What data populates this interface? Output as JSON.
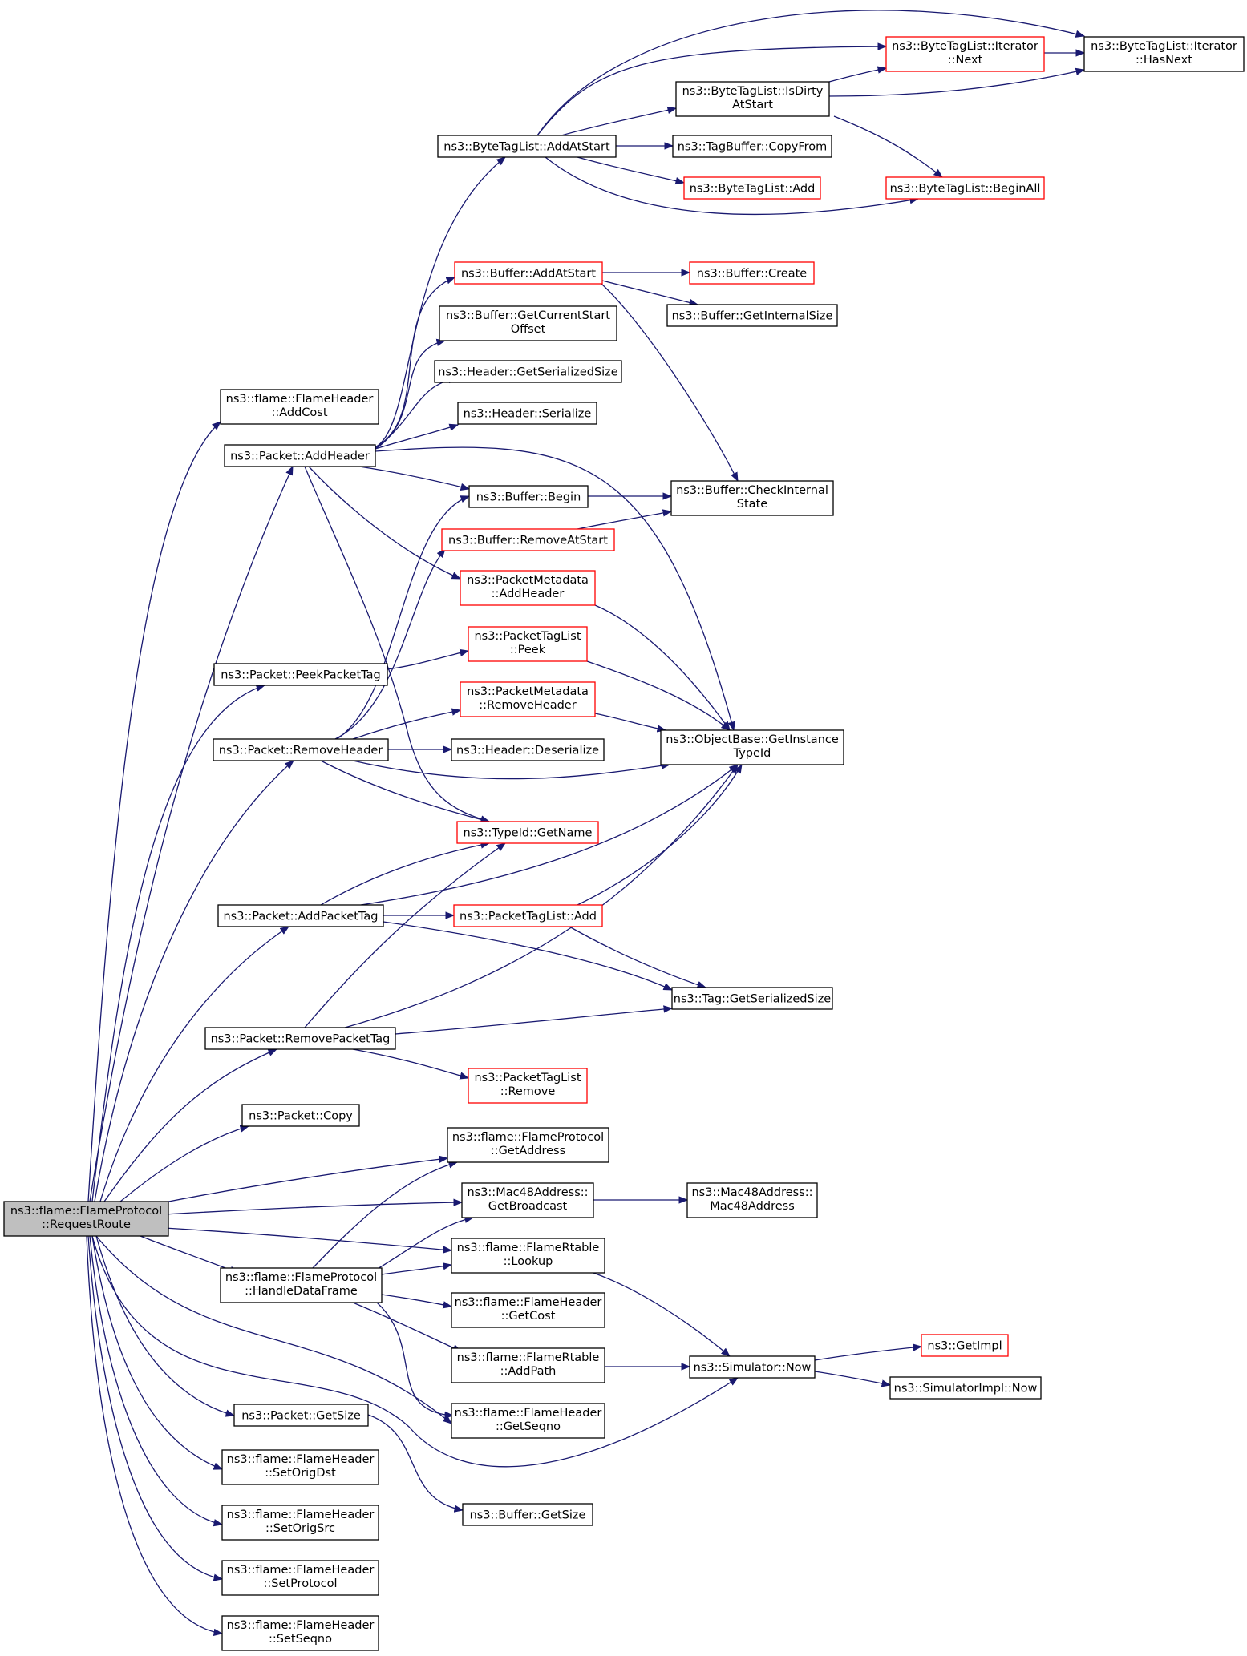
{
  "colors": {
    "edge": "#191970",
    "node_border": "#000000",
    "truncated_border": "#ff0000",
    "root_fill": "#bfbfbf"
  },
  "nodes": [
    {
      "id": "n_root",
      "lines": [
        "ns3::flame::FlameProtocol",
        "::RequestRoute"
      ],
      "style": "root"
    },
    {
      "id": "n_addcost",
      "lines": [
        "ns3::flame::FlameHeader",
        "::AddCost"
      ],
      "style": "normal"
    },
    {
      "id": "n_addheader",
      "lines": [
        "ns3::Packet::AddHeader"
      ],
      "style": "normal"
    },
    {
      "id": "n_peektag",
      "lines": [
        "ns3::Packet::PeekPacketTag"
      ],
      "style": "normal"
    },
    {
      "id": "n_removeheader",
      "lines": [
        "ns3::Packet::RemoveHeader"
      ],
      "style": "normal"
    },
    {
      "id": "n_addpackettag",
      "lines": [
        "ns3::Packet::AddPacketTag"
      ],
      "style": "normal"
    },
    {
      "id": "n_removepackettag",
      "lines": [
        "ns3::Packet::RemovePacketTag"
      ],
      "style": "normal"
    },
    {
      "id": "n_copy",
      "lines": [
        "ns3::Packet::Copy"
      ],
      "style": "normal"
    },
    {
      "id": "n_handledata",
      "lines": [
        "ns3::flame::FlameProtocol",
        "::HandleDataFrame"
      ],
      "style": "normal"
    },
    {
      "id": "n_getsize",
      "lines": [
        "ns3::Packet::GetSize"
      ],
      "style": "normal"
    },
    {
      "id": "n_setorigdst",
      "lines": [
        "ns3::flame::FlameHeader",
        "::SetOrigDst"
      ],
      "style": "normal"
    },
    {
      "id": "n_setorigsrc",
      "lines": [
        "ns3::flame::FlameHeader",
        "::SetOrigSrc"
      ],
      "style": "normal"
    },
    {
      "id": "n_setprotocol",
      "lines": [
        "ns3::flame::FlameHeader",
        "::SetProtocol"
      ],
      "style": "normal"
    },
    {
      "id": "n_setseqno",
      "lines": [
        "ns3::flame::FlameHeader",
        "::SetSeqno"
      ],
      "style": "normal"
    },
    {
      "id": "n_btl_addatstart",
      "lines": [
        "ns3::ByteTagList::AddAtStart"
      ],
      "style": "normal"
    },
    {
      "id": "n_buf_addatstart",
      "lines": [
        "ns3::Buffer::AddAtStart"
      ],
      "style": "trunc"
    },
    {
      "id": "n_buf_getcurrent",
      "lines": [
        "ns3::Buffer::GetCurrentStart",
        "Offset"
      ],
      "style": "normal"
    },
    {
      "id": "n_hdr_getser",
      "lines": [
        "ns3::Header::GetSerializedSize"
      ],
      "style": "normal"
    },
    {
      "id": "n_hdr_serialize",
      "lines": [
        "ns3::Header::Serialize"
      ],
      "style": "normal"
    },
    {
      "id": "n_buf_begin",
      "lines": [
        "ns3::Buffer::Begin"
      ],
      "style": "normal"
    },
    {
      "id": "n_buf_removeatstart",
      "lines": [
        "ns3::Buffer::RemoveAtStart"
      ],
      "style": "trunc"
    },
    {
      "id": "n_pm_addheader",
      "lines": [
        "ns3::PacketMetadata",
        "::AddHeader"
      ],
      "style": "trunc"
    },
    {
      "id": "n_ptl_peek",
      "lines": [
        "ns3::PacketTagList",
        "::Peek"
      ],
      "style": "trunc"
    },
    {
      "id": "n_pm_removeheader",
      "lines": [
        "ns3::PacketMetadata",
        "::RemoveHeader"
      ],
      "style": "trunc"
    },
    {
      "id": "n_hdr_deserialize",
      "lines": [
        "ns3::Header::Deserialize"
      ],
      "style": "normal"
    },
    {
      "id": "n_typeid_getname",
      "lines": [
        "ns3::TypeId::GetName"
      ],
      "style": "trunc"
    },
    {
      "id": "n_ptl_add",
      "lines": [
        "ns3::PacketTagList::Add"
      ],
      "style": "trunc"
    },
    {
      "id": "n_ptl_remove",
      "lines": [
        "ns3::PacketTagList",
        "::Remove"
      ],
      "style": "trunc"
    },
    {
      "id": "n_fp_getaddress",
      "lines": [
        "ns3::flame::FlameProtocol",
        "::GetAddress"
      ],
      "style": "normal"
    },
    {
      "id": "n_mac_getbroadcast",
      "lines": [
        "ns3::Mac48Address::",
        "GetBroadcast"
      ],
      "style": "normal"
    },
    {
      "id": "n_frt_lookup",
      "lines": [
        "ns3::flame::FlameRtable",
        "::Lookup"
      ],
      "style": "normal"
    },
    {
      "id": "n_fh_getcost",
      "lines": [
        "ns3::flame::FlameHeader",
        "::GetCost"
      ],
      "style": "normal"
    },
    {
      "id": "n_frt_addpath",
      "lines": [
        "ns3::flame::FlameRtable",
        "::AddPath"
      ],
      "style": "normal"
    },
    {
      "id": "n_fh_getseqno",
      "lines": [
        "ns3::flame::FlameHeader",
        "::GetSeqno"
      ],
      "style": "normal"
    },
    {
      "id": "n_buf_getsize",
      "lines": [
        "ns3::Buffer::GetSize"
      ],
      "style": "normal"
    },
    {
      "id": "n_btl_isdirty",
      "lines": [
        "ns3::ByteTagList::IsDirty",
        "AtStart"
      ],
      "style": "normal"
    },
    {
      "id": "n_tagbuf_copyfrom",
      "lines": [
        "ns3::TagBuffer::CopyFrom"
      ],
      "style": "normal"
    },
    {
      "id": "n_btl_add",
      "lines": [
        "ns3::ByteTagList::Add"
      ],
      "style": "trunc"
    },
    {
      "id": "n_buf_create",
      "lines": [
        "ns3::Buffer::Create"
      ],
      "style": "trunc"
    },
    {
      "id": "n_buf_getinternal",
      "lines": [
        "ns3::Buffer::GetInternalSize"
      ],
      "style": "normal"
    },
    {
      "id": "n_buf_checkinternal",
      "lines": [
        "ns3::Buffer::CheckInternal",
        "State"
      ],
      "style": "normal"
    },
    {
      "id": "n_ob_getinstance",
      "lines": [
        "ns3::ObjectBase::GetInstance",
        "TypeId"
      ],
      "style": "normal"
    },
    {
      "id": "n_tag_getser",
      "lines": [
        "ns3::Tag::GetSerializedSize"
      ],
      "style": "normal"
    },
    {
      "id": "n_mac_ctor",
      "lines": [
        "ns3::Mac48Address::",
        "Mac48Address"
      ],
      "style": "normal"
    },
    {
      "id": "n_sim_now",
      "lines": [
        "ns3::Simulator::Now"
      ],
      "style": "normal"
    },
    {
      "id": "n_btl_iter_next",
      "lines": [
        "ns3::ByteTagList::Iterator",
        "::Next"
      ],
      "style": "trunc"
    },
    {
      "id": "n_btl_beginall",
      "lines": [
        "ns3::ByteTagList::BeginAll"
      ],
      "style": "trunc"
    },
    {
      "id": "n_getimpl",
      "lines": [
        "ns3::GetImpl"
      ],
      "style": "trunc"
    },
    {
      "id": "n_simimpl_now",
      "lines": [
        "ns3::SimulatorImpl::Now"
      ],
      "style": "normal"
    },
    {
      "id": "n_btl_iter_hasnext",
      "lines": [
        "ns3::ByteTagList::Iterator",
        "::HasNext"
      ],
      "style": "normal"
    }
  ]
}
